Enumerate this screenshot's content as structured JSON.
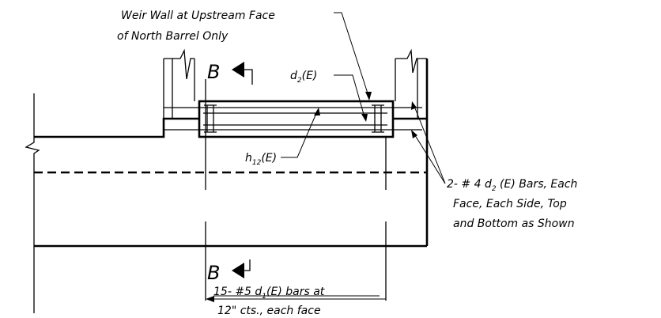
{
  "section_marks": {
    "top": "B",
    "bottom": "B"
  },
  "labels": {
    "weir_line1": "Weir Wall at Upstream Face",
    "weir_line2": "of North Barrel Only",
    "d2_main": "d",
    "d2_sub": "2",
    "d2_suffix": "(E)",
    "h12_main": "h",
    "h12_sub": "12",
    "h12_suffix": "(E)",
    "bars_line1_a": "2- # 4 d",
    "bars_line1_sub": "2",
    "bars_line1_b": " (E) Bars, Each",
    "bars_line2": "Face, Each Side, Top",
    "bars_line3": "and Bottom as Shown",
    "bottom_line1_a": "15- #5 d",
    "bottom_line1_sub": "1",
    "bottom_line1_b": "(E)  bars at",
    "bottom_line2": "12\" cts., each face"
  }
}
